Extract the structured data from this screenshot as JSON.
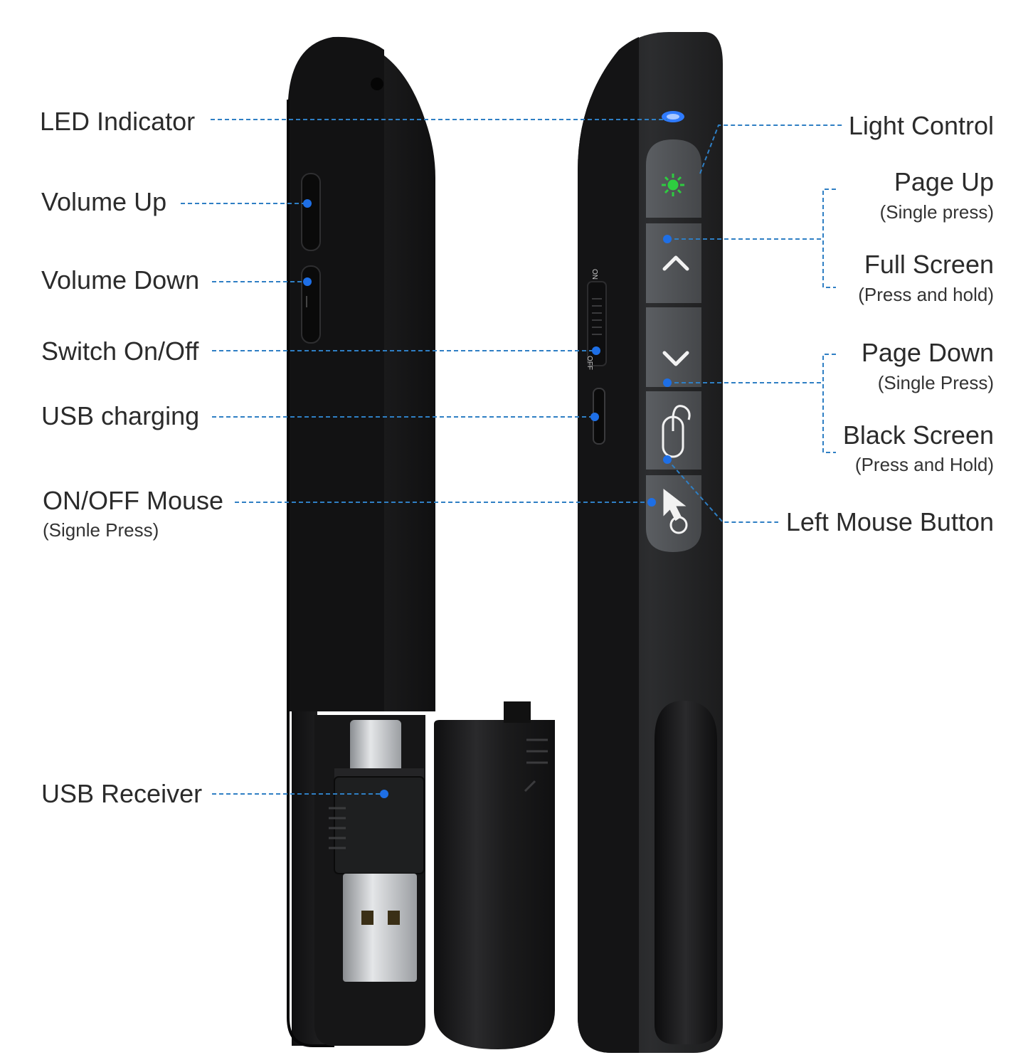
{
  "left_labels": {
    "led_indicator": "LED Indicator",
    "volume_up": "Volume Up",
    "volume_down": "Volume Down",
    "switch_on_off": "Switch On/Off",
    "usb_charging": "USB charging",
    "on_off_mouse": "ON/OFF Mouse",
    "on_off_mouse_note": "(Signle Press)",
    "usb_receiver": "USB Receiver"
  },
  "right_labels": {
    "light_control": "Light Control",
    "page_up": "Page Up",
    "page_up_note": "(Single press)",
    "full_screen": "Full Screen",
    "full_screen_note": "(Press and hold)",
    "page_down": "Page Down",
    "page_down_note": "(Single Press)",
    "black_screen": "Black Screen",
    "black_screen_note": "(Press and Hold)",
    "left_mouse_button": "Left Mouse Button"
  },
  "switch_markings": {
    "on": "ON",
    "off": "OFF"
  },
  "colors": {
    "leader_line": "#2f7fc4",
    "marker_dot": "#1e6fe6",
    "body_dark": "#1c1c1e",
    "button_gray": "#55585c",
    "laser_green": "#2ecc40"
  },
  "icons": [
    "laser-icon",
    "chevron-up-icon",
    "chevron-down-icon",
    "mouse-icon",
    "cursor-icon"
  ]
}
